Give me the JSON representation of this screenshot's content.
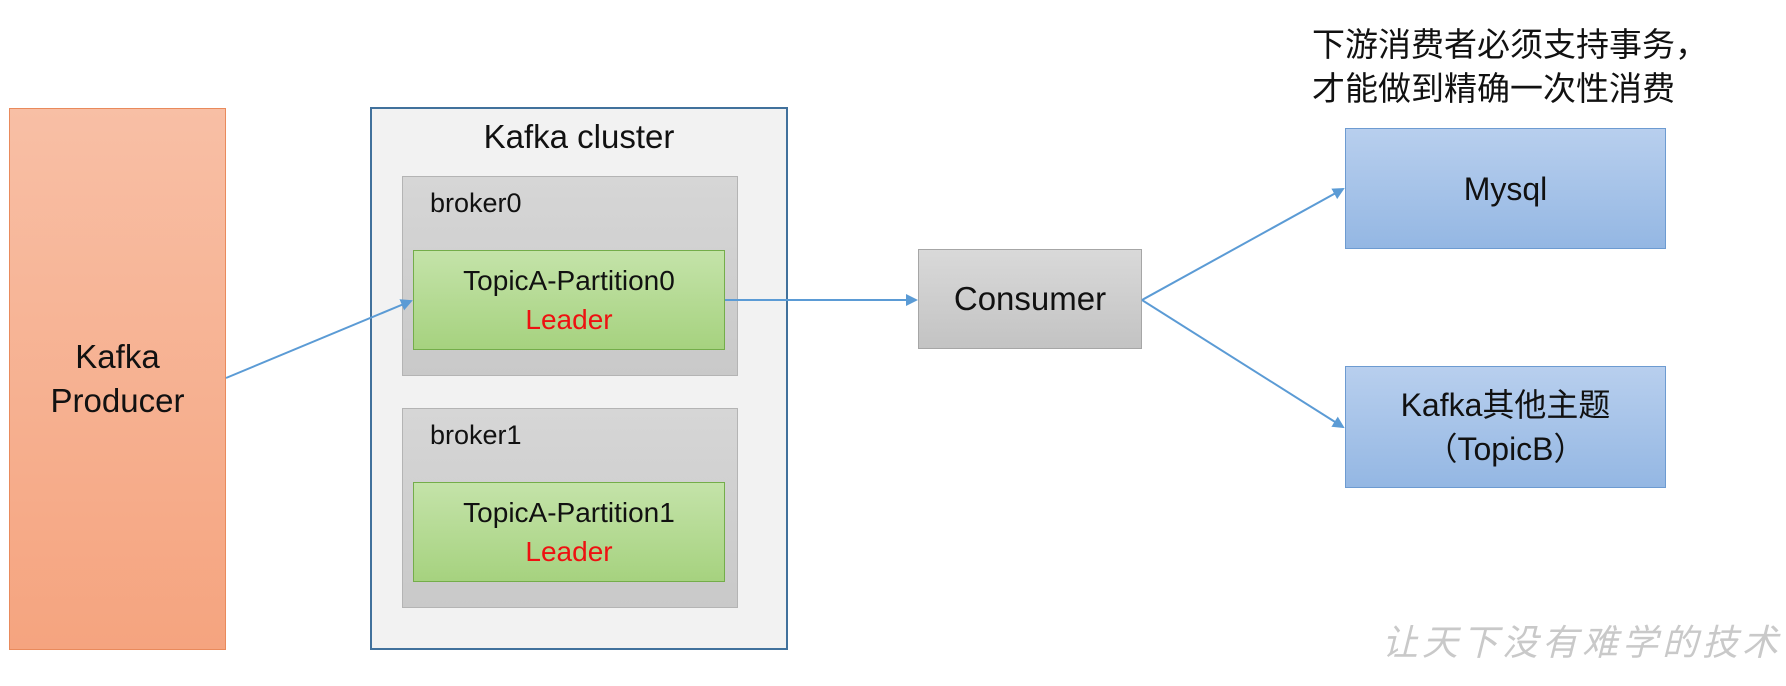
{
  "producer": {
    "line1": "Kafka",
    "line2": "Producer"
  },
  "cluster": {
    "title": "Kafka cluster",
    "brokers": [
      {
        "label": "broker0",
        "partition": {
          "name": "TopicA-Partition0",
          "role": "Leader"
        }
      },
      {
        "label": "broker1",
        "partition": {
          "name": "TopicA-Partition1",
          "role": "Leader"
        }
      }
    ]
  },
  "consumer": {
    "label": "Consumer"
  },
  "targets": [
    {
      "line1": "Mysql",
      "line2": ""
    },
    {
      "line1": "Kafka其他主题",
      "line2": "（TopicB）"
    }
  ],
  "note": {
    "line1": "下游消费者必须支持事务，",
    "line2": "才能做到精确一次性消费"
  },
  "watermark": "让天下没有难学的技术",
  "colors": {
    "arrow": "#5b9bd5",
    "leader": "#ee1111",
    "producer": "#f5a47f",
    "partition": "#a6d27f",
    "target": "#94b7e3"
  }
}
